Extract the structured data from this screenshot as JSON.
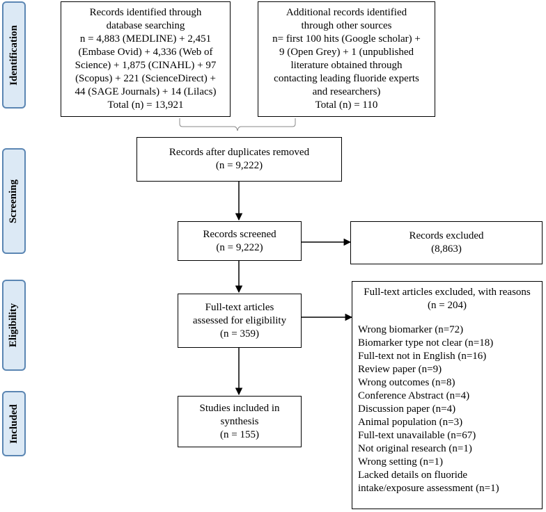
{
  "stages": {
    "identification": "Identification",
    "screening": "Screening",
    "eligibility": "Eligibility",
    "included": "Included"
  },
  "boxes": {
    "database": [
      "Records identified through",
      "database searching",
      "n = 4,883 (MEDLINE)  + 2,451",
      "(Embase Ovid) + 4,336 (Web of",
      "Science) + 1,875 (CINAHL)  + 97",
      "(Scopus) + 221 (ScienceDirect) +",
      "44 (SAGE Journals) + 14 (Lilacs)",
      "Total (n) = 13,921"
    ],
    "other_sources": [
      "Additional records identified",
      "through other sources",
      "n= first 100 hits (Google scholar) +",
      "9 (Open Grey) + 1 (unpublished",
      "literature obtained through",
      "contacting leading fluoride experts",
      "and researchers)",
      "Total (n) = 110"
    ],
    "duplicates_removed": [
      "Records after duplicates removed",
      "(n = 9,222)"
    ],
    "screened": [
      "Records screened",
      "(n = 9,222)"
    ],
    "excluded": [
      "Records excluded",
      "(8,863)"
    ],
    "fulltext": [
      "Full-text articles",
      "assessed for eligibility",
      "(n = 359)"
    ],
    "included": [
      "Studies included in",
      "synthesis",
      "(n = 155)"
    ],
    "fulltext_excluded": {
      "heading": [
        "Full-text articles excluded, with reasons",
        "(n = 204)"
      ],
      "reasons": [
        "Wrong biomarker (n=72)",
        "Biomarker type not clear (n=18)",
        "Full-text not in English (n=16)",
        "Review paper (n=9)",
        "Wrong outcomes (n=8)",
        "Conference Abstract (n=4)",
        "Discussion paper (n=4)",
        "Animal population (n=3)",
        "Full-text unavailable (n=67)",
        "Not original research (n=1)",
        "Wrong setting (n=1)",
        "Lacked details on fluoride",
        "intake/exposure assessment (n=1)"
      ]
    }
  },
  "colors": {
    "stage_fill": "#dce9f5",
    "stage_border": "#5b86b3",
    "line": "#000000",
    "brace": "#888888"
  }
}
